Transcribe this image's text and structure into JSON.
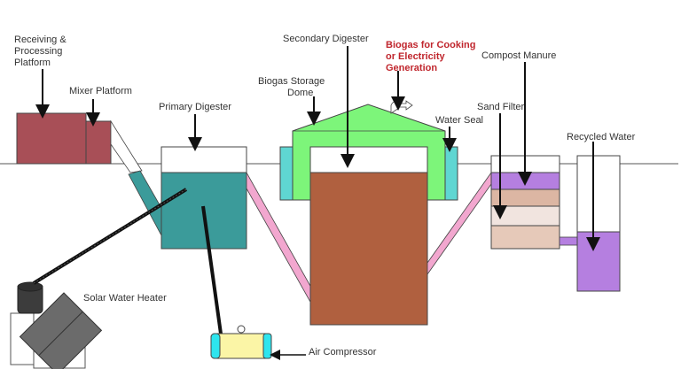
{
  "title": "Biogas Plant with Water Recycling",
  "components": {
    "receiving_platform": {
      "label_lines": [
        "Receiving &",
        "Processing",
        "Platform"
      ],
      "color": "#a84f57"
    },
    "mixer_platform": {
      "label": "Mixer Platform",
      "color": "#a84f57"
    },
    "primary_digester": {
      "label": "Primary Digester",
      "color": "#3b9b9a"
    },
    "secondary_digester": {
      "label": "Secondary Digester",
      "color": "#b0603f"
    },
    "biogas_dome": {
      "label_lines": [
        "Biogas Storage",
        "Dome"
      ],
      "color": "#7df57a"
    },
    "biogas_output": {
      "label_lines": [
        "Biogas for Cooking",
        "or Electricity",
        "Generation"
      ],
      "color": "#c0262d"
    },
    "water_seal": {
      "label": "Water Seal",
      "color": "#5fd6d2"
    },
    "compost_manure": {
      "label": "Compost Manure",
      "color": "#b57fe0"
    },
    "sand_filter": {
      "label": "Sand Filter",
      "layer_colors": [
        "#dcb6a3",
        "#f1e4df",
        "#e6c9b9"
      ]
    },
    "recycled_water": {
      "label": "Recycled Water",
      "color": "#b57fe0"
    },
    "solar_water_heater": {
      "label": "Solar Water Heater",
      "color": "#6b6b6b"
    },
    "air_compressor": {
      "label": "Air Compressor",
      "body_color": "#fbf5a6",
      "cap_color": "#2ee5ee"
    }
  },
  "pipes": {
    "feed_color": "#3b9b9a",
    "slurry_color": "#f2a7cf",
    "overflow_color": "#b57fe0"
  }
}
